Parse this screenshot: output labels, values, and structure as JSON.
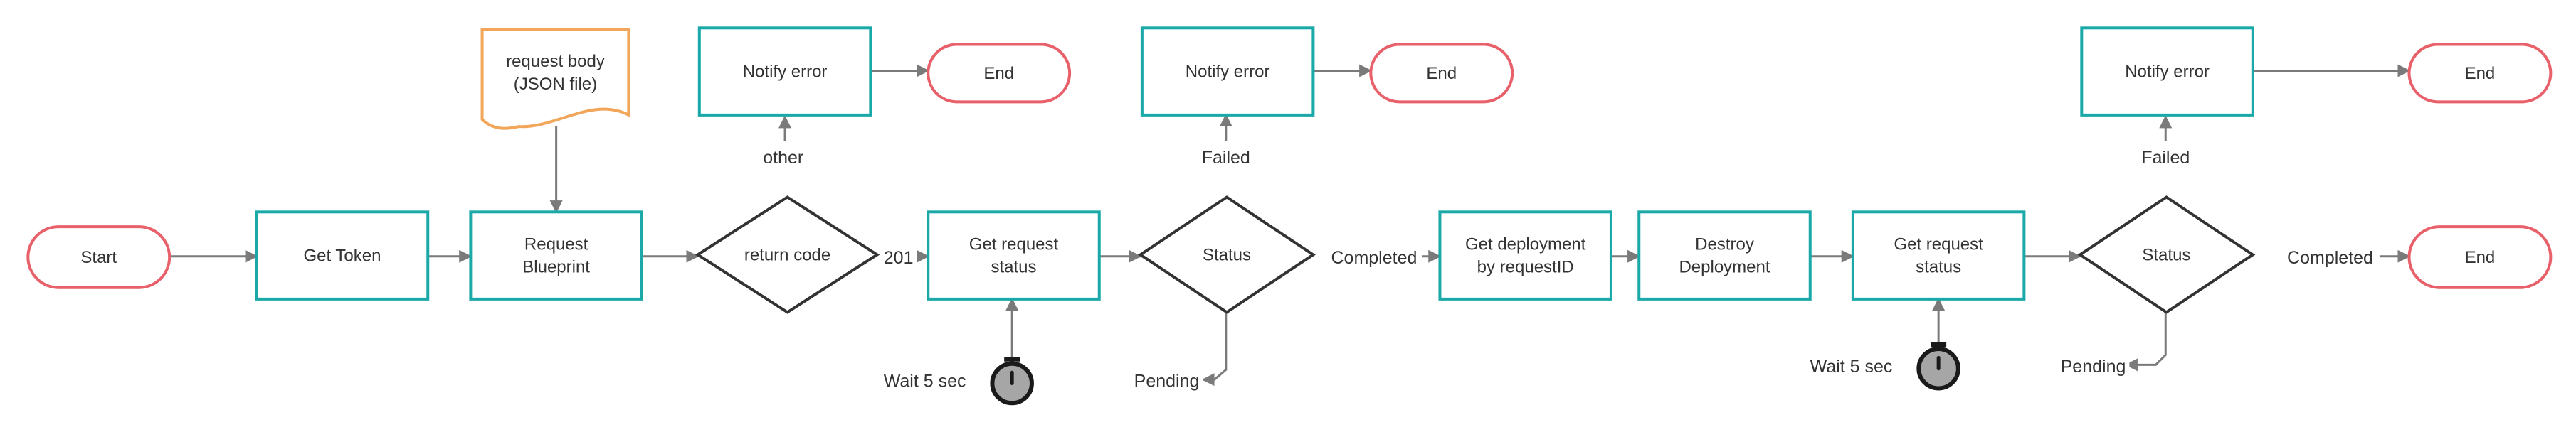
{
  "colors": {
    "process": "#1ba8a8",
    "terminator": "#e8606a",
    "document": "#f2a65a",
    "decision": "#333333",
    "edge": "#7a7a7a",
    "text": "#333333",
    "timer_fill": "#a6a6a6"
  },
  "nodes": {
    "start": {
      "shape": "terminator",
      "lines": [
        "Start"
      ]
    },
    "get_token": {
      "shape": "process",
      "lines": [
        "Get Token"
      ]
    },
    "request_blueprint": {
      "shape": "process",
      "lines": [
        "Request",
        "Blueprint"
      ]
    },
    "request_body": {
      "shape": "document",
      "lines": [
        "request body",
        "(JSON file)"
      ]
    },
    "return_code": {
      "shape": "decision",
      "lines": [
        "return code"
      ]
    },
    "notify_error_1": {
      "shape": "process",
      "lines": [
        "Notify error"
      ]
    },
    "end_1": {
      "shape": "terminator",
      "lines": [
        "End"
      ]
    },
    "get_request_status_1": {
      "shape": "process",
      "lines": [
        "Get request",
        "status"
      ]
    },
    "status_1": {
      "shape": "decision",
      "lines": [
        "Status"
      ]
    },
    "notify_error_2": {
      "shape": "process",
      "lines": [
        "Notify error"
      ]
    },
    "end_2": {
      "shape": "terminator",
      "lines": [
        "End"
      ]
    },
    "wait_1": {
      "shape": "timer",
      "icon": "stopwatch-icon"
    },
    "get_deployment": {
      "shape": "process",
      "lines": [
        "Get deployment",
        "by requestID"
      ]
    },
    "destroy_deployment": {
      "shape": "process",
      "lines": [
        "Destroy",
        "Deployment"
      ]
    },
    "get_request_status_2": {
      "shape": "process",
      "lines": [
        "Get request",
        "status"
      ]
    },
    "status_2": {
      "shape": "decision",
      "lines": [
        "Status"
      ]
    },
    "notify_error_3": {
      "shape": "process",
      "lines": [
        "Notify error"
      ]
    },
    "end_3": {
      "shape": "terminator",
      "lines": [
        "End"
      ]
    },
    "end_4": {
      "shape": "terminator",
      "lines": [
        "End"
      ]
    },
    "wait_2": {
      "shape": "timer",
      "icon": "stopwatch-icon"
    }
  },
  "edge_labels": {
    "other": "other",
    "code_201": "201",
    "failed_1": "Failed",
    "completed_1": "Completed",
    "pending_1": "Pending",
    "wait_1": "Wait 5 sec",
    "failed_2": "Failed",
    "completed_2": "Completed",
    "pending_2": "Pending",
    "wait_2": "Wait 5 sec"
  },
  "edges": [
    {
      "from": "start",
      "to": "get_token"
    },
    {
      "from": "get_token",
      "to": "request_blueprint"
    },
    {
      "from": "request_body",
      "to": "request_blueprint"
    },
    {
      "from": "request_blueprint",
      "to": "return_code"
    },
    {
      "from": "return_code",
      "to": "notify_error_1",
      "label": "other"
    },
    {
      "from": "notify_error_1",
      "to": "end_1"
    },
    {
      "from": "return_code",
      "to": "get_request_status_1",
      "label": "code_201"
    },
    {
      "from": "get_request_status_1",
      "to": "status_1"
    },
    {
      "from": "status_1",
      "to": "notify_error_2",
      "label": "failed_1"
    },
    {
      "from": "notify_error_2",
      "to": "end_2"
    },
    {
      "from": "status_1",
      "to": "get_deployment",
      "label": "completed_1"
    },
    {
      "from": "status_1",
      "to": "wait_1",
      "label": "pending_1"
    },
    {
      "from": "wait_1",
      "to": "get_request_status_1"
    },
    {
      "from": "get_deployment",
      "to": "destroy_deployment"
    },
    {
      "from": "destroy_deployment",
      "to": "get_request_status_2"
    },
    {
      "from": "get_request_status_2",
      "to": "status_2"
    },
    {
      "from": "status_2",
      "to": "notify_error_3",
      "label": "failed_2"
    },
    {
      "from": "notify_error_3",
      "to": "end_3"
    },
    {
      "from": "status_2",
      "to": "end_4",
      "label": "completed_2"
    },
    {
      "from": "status_2",
      "to": "wait_2",
      "label": "pending_2"
    },
    {
      "from": "wait_2",
      "to": "get_request_status_2"
    }
  ]
}
